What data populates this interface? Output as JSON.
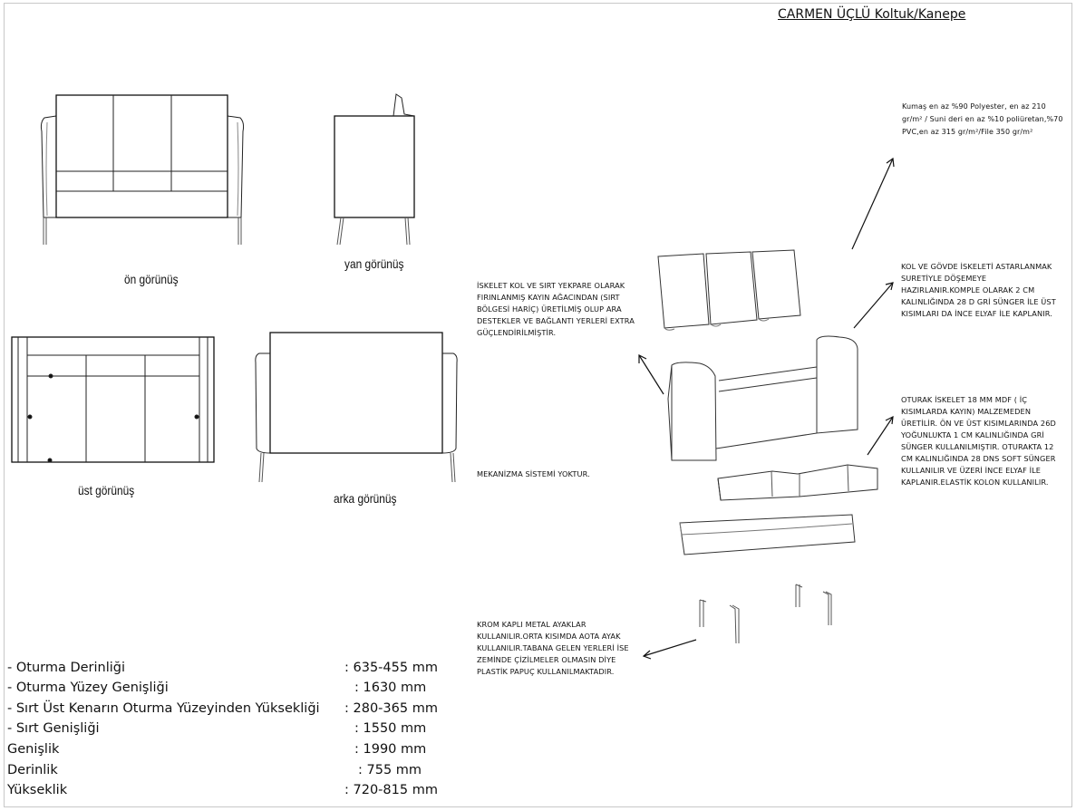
{
  "title": "CARMEN ÜÇLÜ Koltuk/Kanepe",
  "views": {
    "front": "ön görünüş",
    "side": "yan görünüş",
    "top": "üst görünüş",
    "back": "arka görünüş"
  },
  "notes": {
    "fabric": "Kumaş en az %90 Polyester, en az 210 gr/m² / Suni deri en az %10 poliüretan,%70 PVC,en az 315 gr/m²/File 350 gr/m²",
    "frame": "İSKELET KOL VE SIRT YEKPARE OLARAK FIRINLANMIŞ KAYIN AĞACINDAN (SIRT BÖLGESİ HARİÇ) ÜRETİLMİŞ OLUP ARA DESTEKLER VE BAĞLANTI YERLERİ EXTRA GÜÇLENDİRİLMİŞTİR.",
    "lining": "KOL VE GÖVDE İSKELETİ ASTARLANMAK SURETİYLE DÖŞEMEYE HAZIRLANIR.KOMPLE OLARAK 2 CM KALINLIĞINDA 28 D GRİ SÜNGER İLE ÜST KISIMLARI DA İNCE ELYAF İLE KAPLANIR.",
    "seat": "OTURAK İSKELET 18 MM MDF ( İÇ KISIMLARDA KAYIN) MALZEMEDEN ÜRETİLİR.  ÖN VE ÜST KISIMLARINDA 26D YOĞUNLUKTA 1 CM KALINLIĞINDA GRİ SÜNGER KULLANILMIŞTIR. OTURAKTA 12 CM KALINLIĞINDA 28 DNS SOFT SÜNGER KULLANILIR VE ÜZERİ İNCE ELYAF İLE KAPLANIR.ELASTİK KOLON KULLANILIR.",
    "mechanism": "MEKANİZMA SİSTEMİ YOKTUR.",
    "legs": "KROM KAPLI METAL AYAKLAR KULLANILIR.ORTA KISIMDA AOTA AYAK KULLANILIR.TABANA GELEN YERLERİ İSE ZEMİNDE ÇİZİLMELER OLMASIN DİYE PLASTİK PAPUÇ KULLANILMAKTADIR."
  },
  "specs": [
    {
      "label": " - Oturma Derinliği",
      "value": ": 635-455 mm"
    },
    {
      "label": " - Oturma Yüzey Genişliği",
      "value": ": 1630 mm"
    },
    {
      "label": " - Sırt Üst Kenarın Oturma Yüzeyinden Yüksekliği",
      "value": ": 280-365 mm"
    },
    {
      "label": " - Sırt Genişliği",
      "value": ": 1550 mm"
    },
    {
      "label": "Genişlik",
      "value": ": 1990 mm"
    },
    {
      "label": "Derinlik",
      "value": ": 755 mm"
    },
    {
      "label": "Yükseklik",
      "value": ": 720-815 mm"
    }
  ]
}
